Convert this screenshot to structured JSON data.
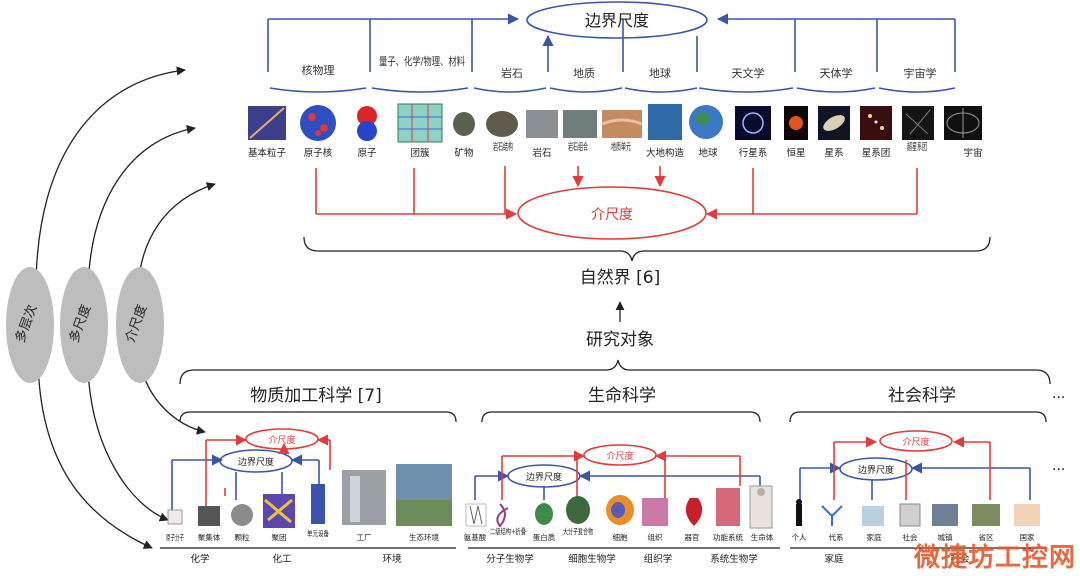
{
  "top": {
    "boundary": "边界尺度",
    "meso": "介尺度",
    "nature": "自然界 [6]",
    "research": "研究对象",
    "categories": [
      "核物理",
      "量子、化学/物理、材料",
      "岩石",
      "地质",
      "地球",
      "天文学",
      "天体学",
      "宇宙学"
    ],
    "items": [
      "基本粒子",
      "原子核",
      "原子",
      "团簇",
      "矿物",
      "岩石结构",
      "岩石",
      "岩石组合",
      "地质单元",
      "大地构造",
      "地球",
      "行星系",
      "恒星",
      "星系",
      "星系团",
      "超星系团",
      "宇宙"
    ]
  },
  "left": {
    "labels": [
      "多层次",
      "多尺度",
      "介尺度"
    ]
  },
  "bottom": {
    "ellipsis": "...",
    "headers": [
      "物质加工科学 [7]",
      "生命科学",
      "社会科学"
    ],
    "g1": {
      "boundary": "边界尺度",
      "meso": "介尺度",
      "items": [
        "原子分子",
        "聚集体",
        "颗粒",
        "聚团",
        "单元设备",
        "工厂",
        "生态环境"
      ],
      "groups": [
        "化学",
        "化工",
        "环境"
      ]
    },
    "g2": {
      "boundary": "边界尺度",
      "meso": "介尺度",
      "items": [
        "氨基酸",
        "二级结构+折叠",
        "蛋白质",
        "大分子复合物",
        "细胞",
        "组织",
        "器官",
        "功能系统",
        "生命体"
      ],
      "groups": [
        "分子生物学",
        "细胞生物学",
        "组织学",
        "系统生物学"
      ]
    },
    "g3": {
      "boundary": "边界尺度",
      "meso": "介尺度",
      "items": [
        "个人",
        "代系",
        "家庭",
        "社会",
        "城镇",
        "省区",
        "国家"
      ],
      "groups": [
        "家庭",
        "社会"
      ]
    }
  },
  "watermark": "微捷坊工控网"
}
